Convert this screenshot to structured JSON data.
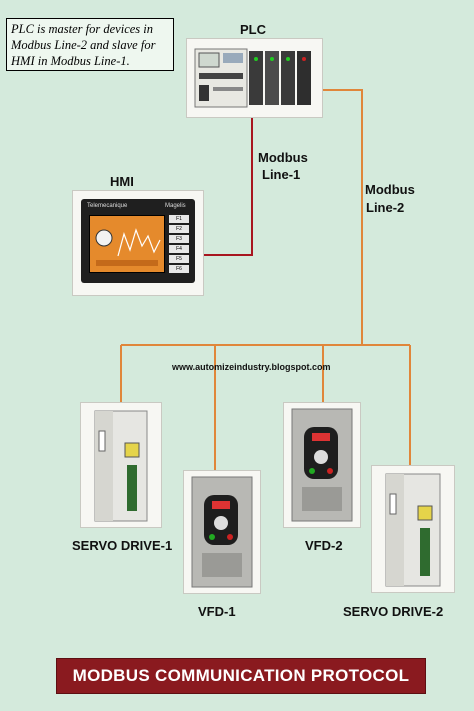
{
  "note": {
    "lines": [
      "PLC is master for devices in",
      "Modbus Line-2 and slave for",
      "HMI in Modbus Line-1."
    ]
  },
  "labels": {
    "plc": "PLC",
    "hmi": "HMI",
    "line1_a": "Modbus",
    "line1_b": "Line-1",
    "line2_a": "Modbus",
    "line2_b": "Line-2",
    "servo1": "SERVO DRIVE-1",
    "vfd1": "VFD-1",
    "vfd2": "VFD-2",
    "servo2": "SERVO DRIVE-2"
  },
  "url": "www.automizeindustry.blogspot.com",
  "banner": "MODBUS COMMUNICATION PROTOCOL",
  "hmi_screen": {
    "brand": "Telemecanique",
    "model": "Magelis",
    "keys": [
      "F1",
      "F2",
      "F3",
      "F4",
      "F5",
      "F6"
    ]
  },
  "colors": {
    "background": "#d4eadc",
    "line1": "#a8151f",
    "line2": "#e0863a",
    "banner": "#8a1a1f"
  }
}
